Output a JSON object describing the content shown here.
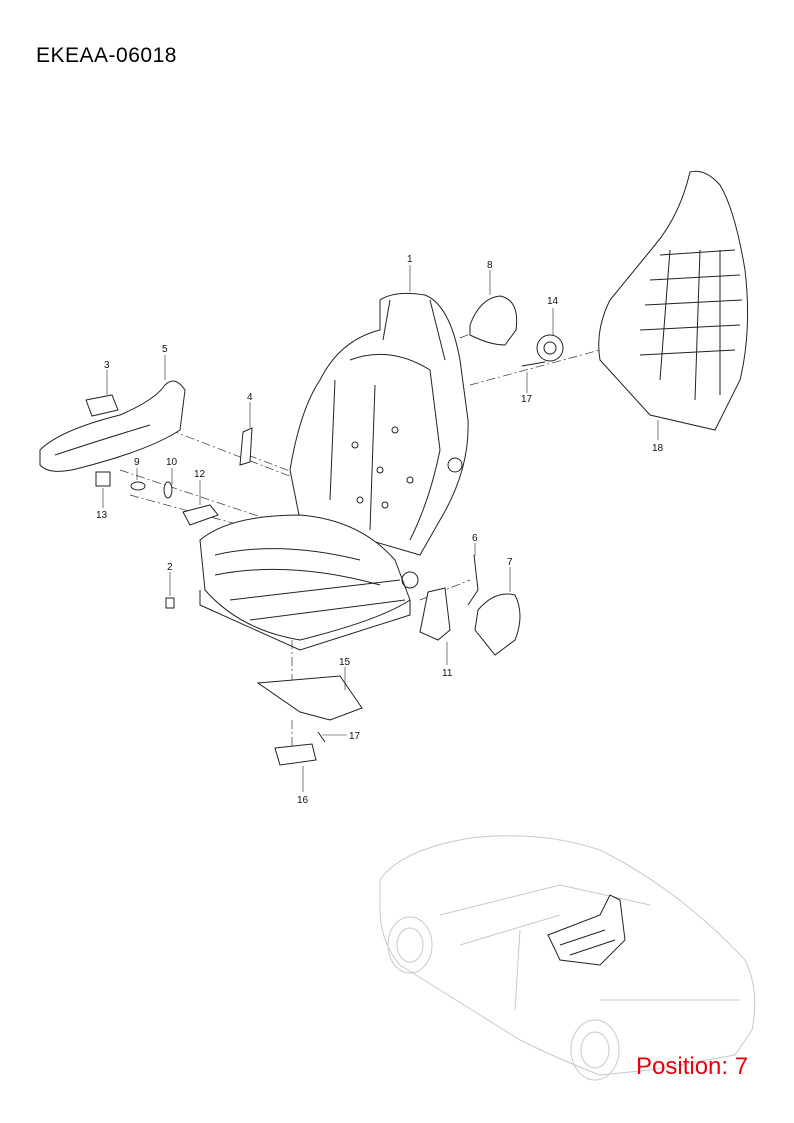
{
  "document": {
    "code": "EKEAA-06018",
    "position_label": "Position: 7"
  },
  "callouts": {
    "c1": "1",
    "c2": "2",
    "c3": "3",
    "c4": "4",
    "c5": "5",
    "c6": "6",
    "c7": "7",
    "c8": "8",
    "c9": "9",
    "c10": "10",
    "c11": "11",
    "c12": "12",
    "c13": "13",
    "c14": "14",
    "c15": "15",
    "c16": "16",
    "c17a": "17",
    "c17b": "17",
    "c18": "18"
  }
}
